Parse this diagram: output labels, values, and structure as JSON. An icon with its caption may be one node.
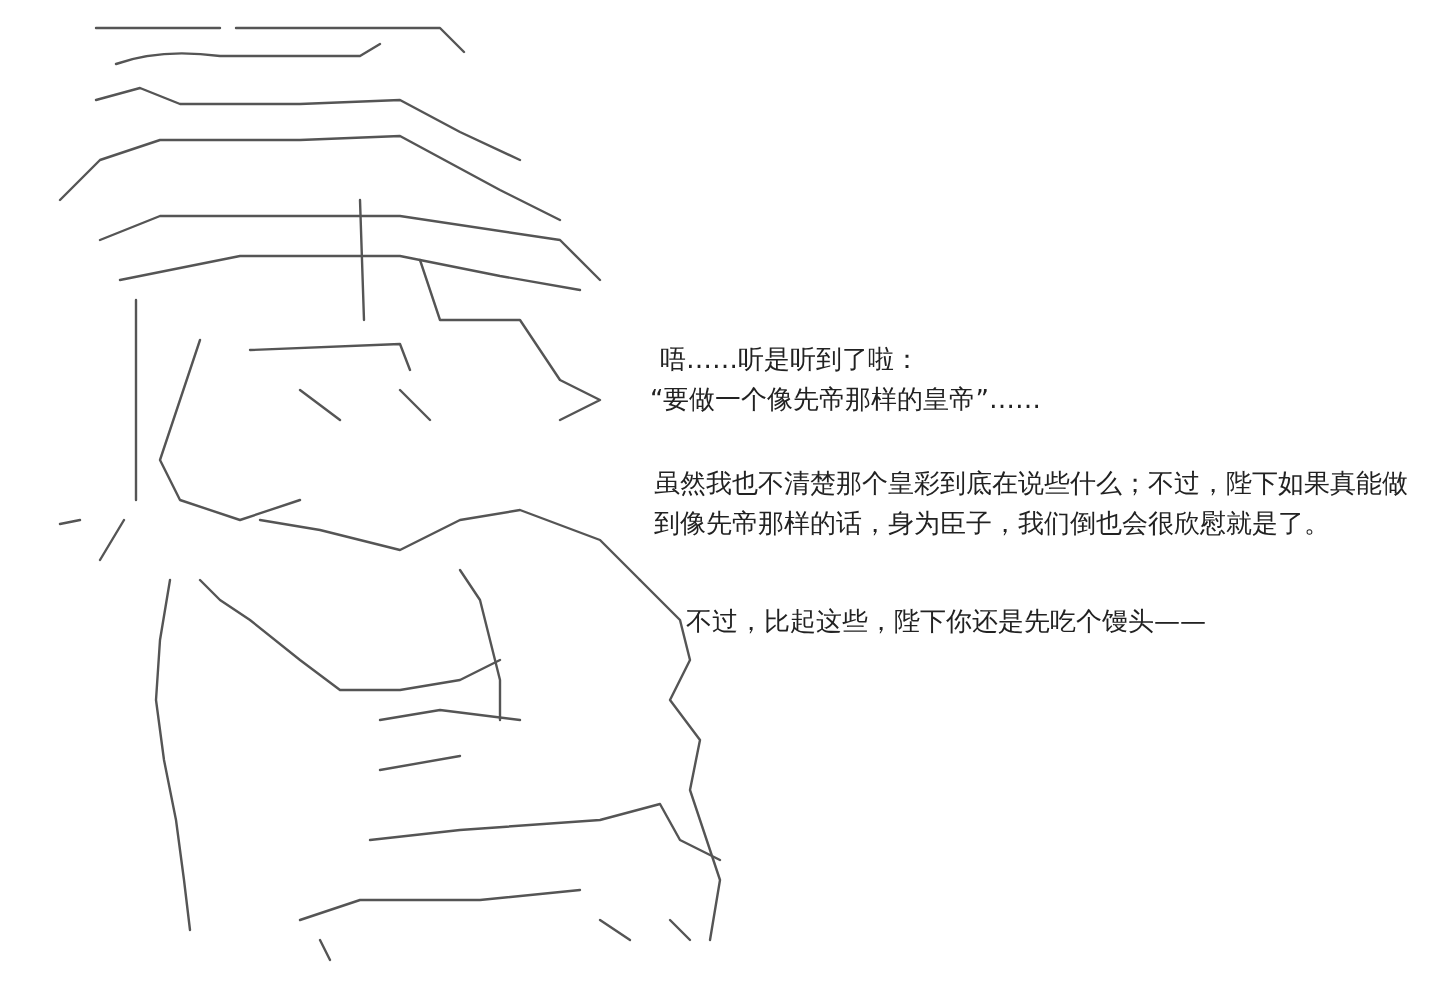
{
  "diagram": {
    "labels": [
      "唔……听是听到了啦：",
      "“要做一个像先帝那样的皇帝”……",
      "虽然我也不清楚那个皇彩到底在说些什么；不过，陛下如果真能做到像先帝那样的话，身为臣子，我们倒也会很欣慰就是了。",
      "不过，比起这些，陛下你还是先吃个馒头——"
    ]
  }
}
